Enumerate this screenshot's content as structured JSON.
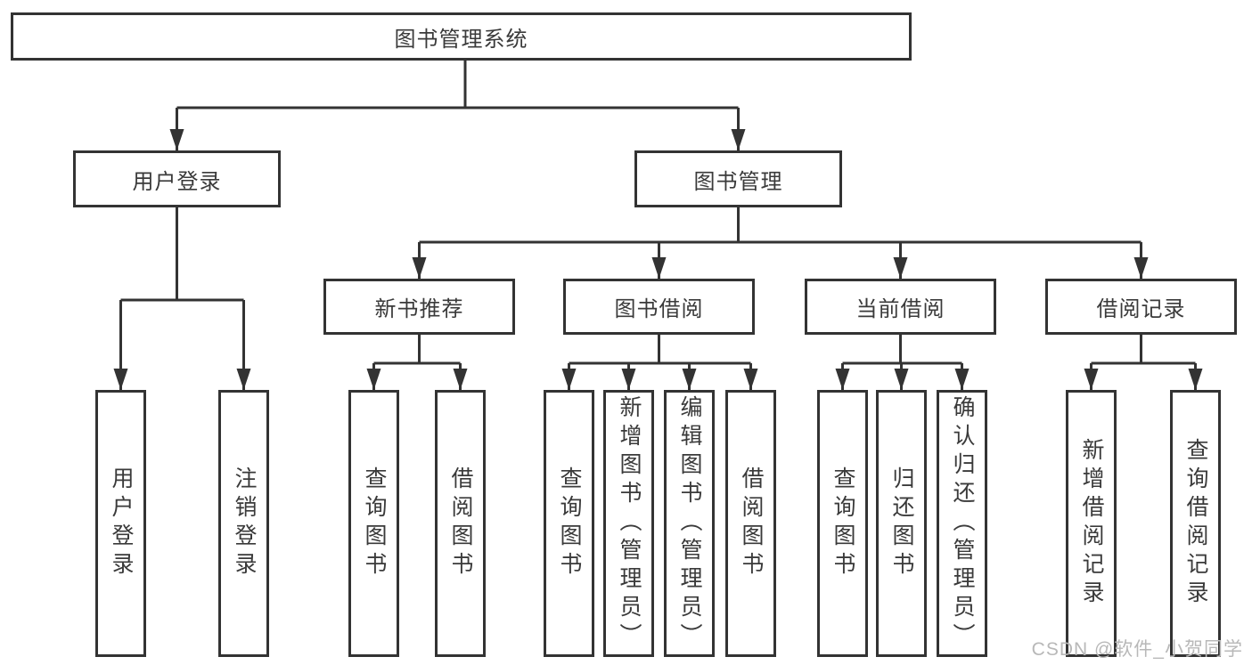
{
  "tree": {
    "label": "图书管理系统",
    "children": [
      {
        "label": "用户登录",
        "children": [
          {
            "label": "用户登录"
          },
          {
            "label": "注销登录"
          }
        ]
      },
      {
        "label": "图书管理",
        "children": [
          {
            "label": "新书推荐",
            "children": [
              {
                "label": "查询图书"
              },
              {
                "label": "借阅图书"
              }
            ]
          },
          {
            "label": "图书借阅",
            "children": [
              {
                "label": "查询图书"
              },
              {
                "label": "新增图书（管理员）"
              },
              {
                "label": "编辑图书（管理员）"
              },
              {
                "label": "借阅图书"
              }
            ]
          },
          {
            "label": "当前借阅",
            "children": [
              {
                "label": "查询图书"
              },
              {
                "label": "归还图书"
              },
              {
                "label": "确认归还（管理员）"
              }
            ]
          },
          {
            "label": "借阅记录",
            "children": [
              {
                "label": "新增借阅记录"
              },
              {
                "label": "查询借阅记录"
              }
            ]
          }
        ]
      }
    ]
  },
  "watermark": {
    "text": "CSDN @软件_小贺同学"
  },
  "colors": {
    "line": "#333333",
    "text": "#3a3a3a",
    "box_background": "#ffffff",
    "watermark": "#b8b8b8",
    "background": "#ffffff"
  }
}
